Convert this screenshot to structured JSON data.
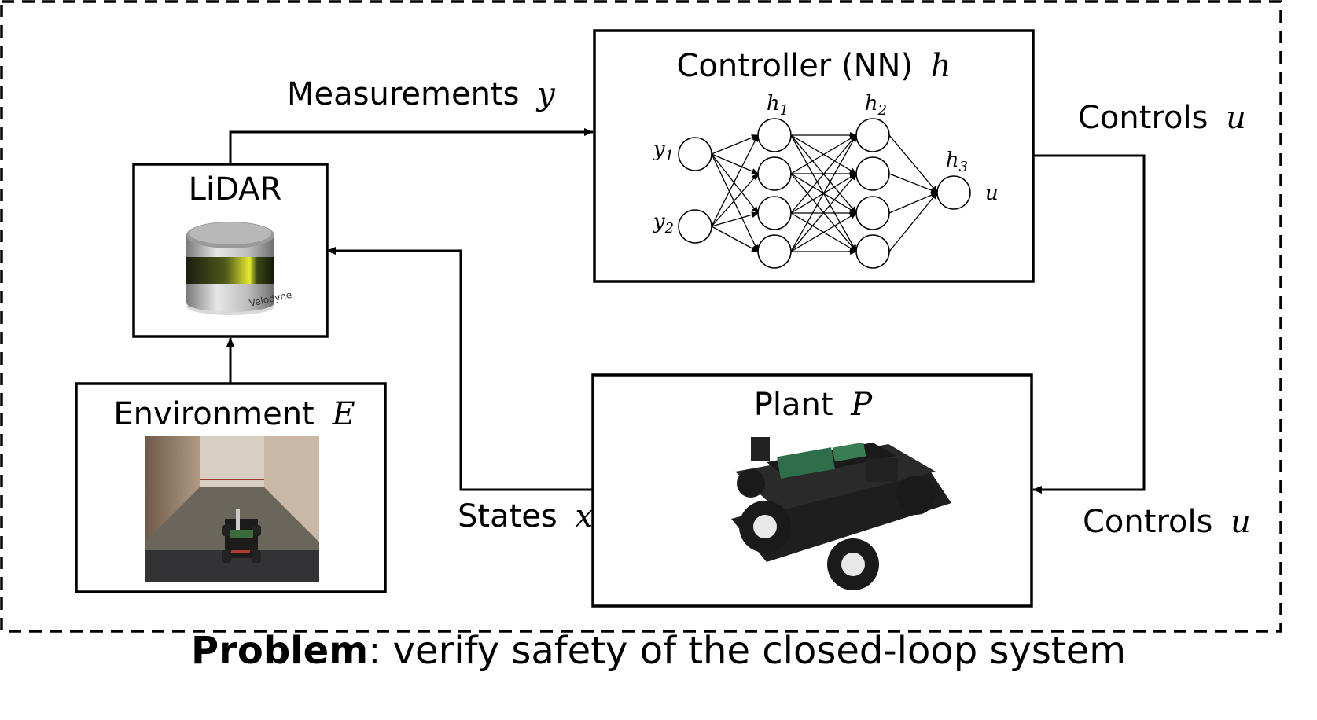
{
  "boxes": {
    "controller": {
      "title": "Controller (NN)",
      "var": "h"
    },
    "lidar": {
      "title": "LiDAR",
      "brand": "Velodyne"
    },
    "environment": {
      "title": "Environment",
      "var": "E"
    },
    "plant": {
      "title": "Plant",
      "var": "P"
    }
  },
  "edges": {
    "measurements": {
      "label": "Measurements",
      "var": "y"
    },
    "controls_top": {
      "label": "Controls",
      "var": "u"
    },
    "controls_bottom": {
      "label": "Controls",
      "var": "u"
    },
    "states": {
      "label": "States",
      "var": "x"
    }
  },
  "network": {
    "inputs": [
      {
        "letter": "y",
        "sub": "1"
      },
      {
        "letter": "y",
        "sub": "2"
      }
    ],
    "hidden": [
      {
        "letter": "h",
        "sub": "1"
      },
      {
        "letter": "h",
        "sub": "2"
      },
      {
        "letter": "h",
        "sub": "3"
      }
    ],
    "output": "u",
    "layer_sizes": [
      2,
      4,
      4,
      1
    ]
  },
  "caption": {
    "bold": "Problem",
    "rest": ": verify safety of the closed-loop system"
  }
}
